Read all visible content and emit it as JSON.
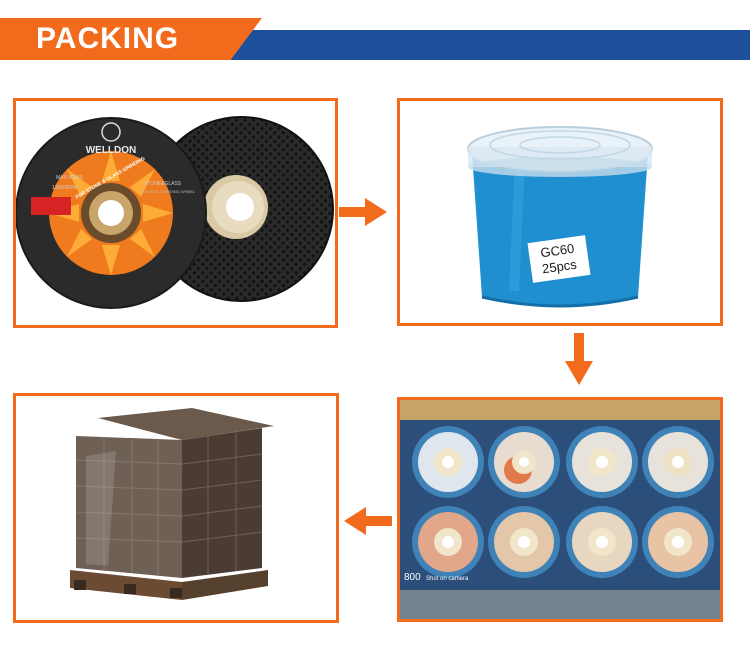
{
  "header": {
    "title": "PACKING"
  },
  "colors": {
    "accent_orange": "#f26b1d",
    "banner_blue": "#1c4f9c",
    "bucket_blue": "#1f8fd0"
  },
  "panels": {
    "wheels": {
      "brand": "WELLDON",
      "max_speed": "MAX 80M/S",
      "label_band": "FOR STONE & GLASS GRINDING",
      "rpm": "13300RPM",
      "material": "STONE&GLASS",
      "subtitle": "FLEXIBLE GRINDING WHEEL"
    },
    "bucket": {
      "label_line1": "GC60",
      "label_line2": "25pcs"
    },
    "carton": {
      "camera_mark": "800",
      "camera_text": "Shot on camera"
    },
    "pallet": {}
  },
  "icons": [
    "arrow-right-icon",
    "arrow-down-icon",
    "arrow-left-icon"
  ]
}
